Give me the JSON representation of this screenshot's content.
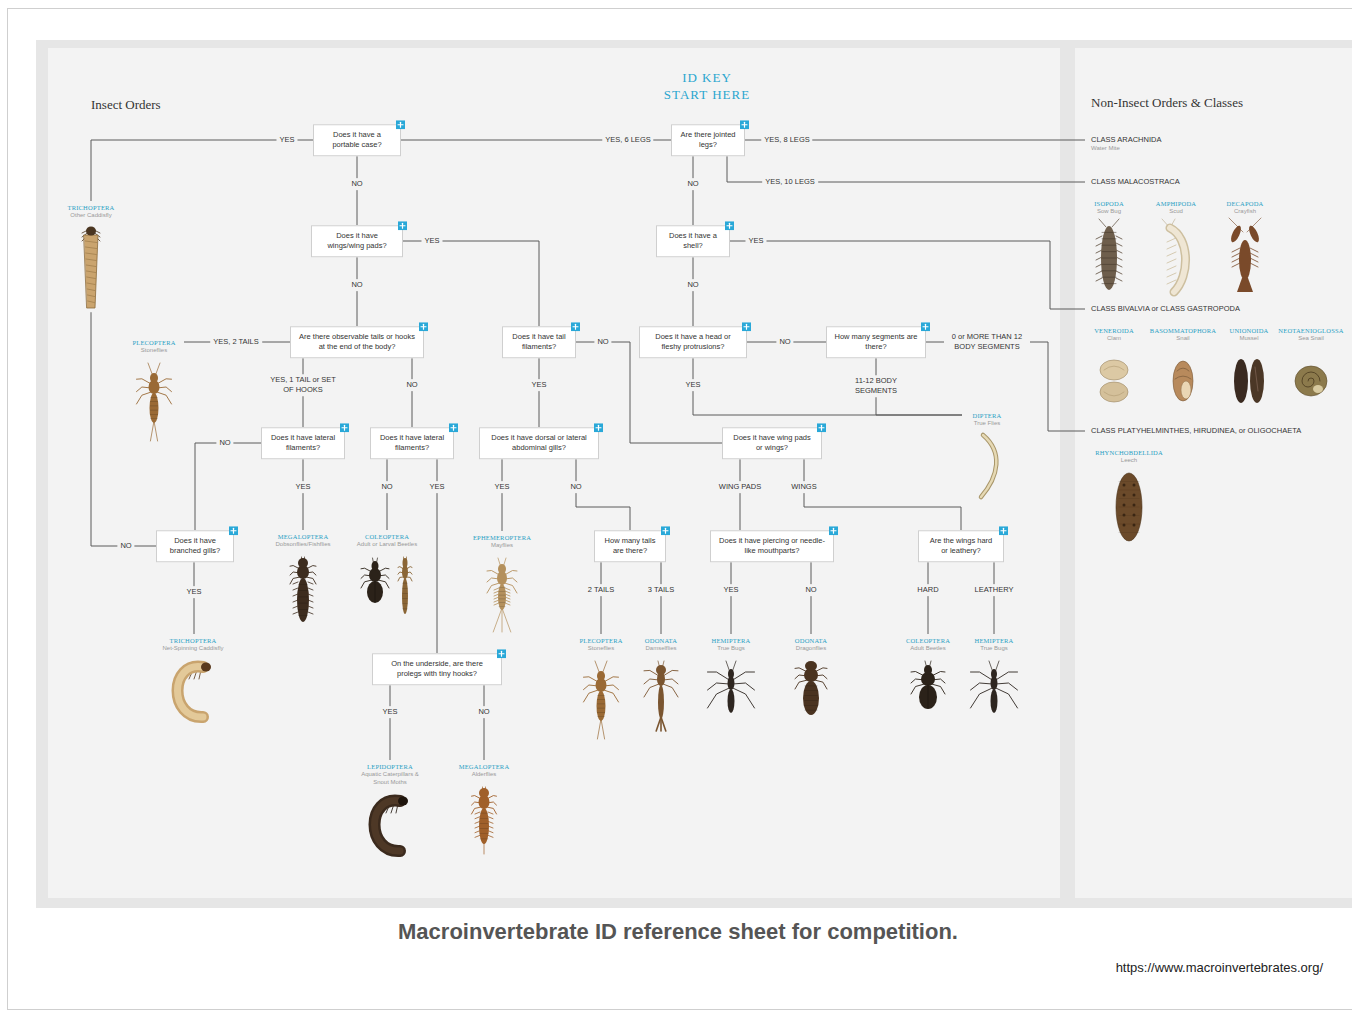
{
  "diagram": {
    "caption": "Macroinvertebrate ID reference sheet for competition.",
    "nodes": [
      {
        "text": [
          "Are there jointed legs?"
        ]
      },
      {
        "text": [
          "Does it have a portable case?"
        ]
      },
      {
        "text": [
          "CLASS ARACHNIDA",
          "Water Mite"
        ]
      },
      {
        "text": [
          "CLASS MALACOSTRACA"
        ]
      },
      {
        "text": [
          "ISOPODA",
          "Sow Bug"
        ]
      },
      {
        "text": [
          "AMPHIPODA",
          "Scud"
        ]
      },
      {
        "text": [
          "DECAPODA",
          "Crayfish"
        ]
      },
      {
        "text": [
          "TRICHOPTERA",
          "Other Caddisfly"
        ]
      },
      {
        "text": [
          "Does it have wings/wing pads?"
        ]
      },
      {
        "text": [
          "Does it have a shell?"
        ]
      },
      {
        "text": [
          "CLASS BIVALVIA or CLASS GASTROPODA"
        ]
      },
      {
        "text": [
          "VENEROIDA",
          "Clam"
        ]
      },
      {
        "text": [
          "BASOMMATOPHORA",
          "Snail"
        ]
      },
      {
        "text": [
          "UNIONOIDA",
          "Mussel"
        ]
      },
      {
        "text": [
          "NEOTAENIOGLOSSA",
          "Sea Snail"
        ]
      },
      {
        "text": [
          "PLECOPTERA",
          "Stoneflies"
        ]
      },
      {
        "text": [
          "Are there observable tails or hooks at the end of the body?"
        ]
      },
      {
        "text": [
          "Does it have tail filaments?"
        ]
      },
      {
        "text": [
          "Does it have a head or fleshy protrusions?"
        ]
      },
      {
        "text": [
          "How many segments are there?"
        ]
      },
      {
        "text": [
          "DIPTERA",
          "True Flies"
        ]
      },
      {
        "text": [
          "CLASS PLATYHELMINTHES, HIRUDINEA, or OLIGOCHAETA"
        ]
      },
      {
        "text": [
          "RHYNCHOBDELLIDA",
          "Leech"
        ]
      },
      {
        "text": [
          "Does it have lateral filaments?"
        ]
      },
      {
        "text": [
          "Does it have lateral filaments?"
        ]
      },
      {
        "text": [
          "Does it have dorsal or lateral abdominal gills?"
        ]
      },
      {
        "text": [
          "Does it have wing pads or wings?"
        ]
      },
      {
        "text": [
          "MEGALOPTERA",
          "Dobsonflies/Fishflies"
        ]
      },
      {
        "text": [
          "COLEOPTERA",
          "Adult or Larval Beetles"
        ]
      },
      {
        "text": [
          "EPHEMEROPTERA",
          "Mayflies"
        ]
      },
      {
        "text": [
          "Does it have branched gills?"
        ]
      },
      {
        "text": [
          "How many tails are there?"
        ]
      },
      {
        "text": [
          "Does it have piercing or needle-like mouthparts?"
        ]
      },
      {
        "text": [
          "Are the wings hard or leathery?"
        ]
      },
      {
        "text": [
          "TRICHOPTERA",
          "Net-Spinning Caddisfly"
        ]
      },
      {
        "text": [
          "PLECOPTERA",
          "Stoneflies"
        ]
      },
      {
        "text": [
          "ODONATA",
          "Damselflies"
        ]
      },
      {
        "text": [
          "HEMIPTERA",
          "True Bugs"
        ]
      },
      {
        "text": [
          "ODONATA",
          "Dragonflies"
        ]
      },
      {
        "text": [
          "COLEOPTERA",
          "Adult Beetles"
        ]
      },
      {
        "text": [
          "HEMIPTERA",
          "True Bugs"
        ]
      },
      {
        "text": [
          "On the underside, are there prolegs with tiny hooks?"
        ]
      },
      {
        "text": [
          "LEPIDOPTERA",
          "Aquatic Caterpillars & Snout Moths"
        ]
      },
      {
        "text": [
          "MEGALOPTERA",
          "Alderflies"
        ]
      }
    ],
    "edges": [
      {
        "from": 0,
        "to": 1,
        "label": "YES, 6 LEGS",
        "arrow": "none"
      },
      {
        "from": 0,
        "to": 2,
        "label": "YES, 8 LEGS",
        "arrow": "none"
      },
      {
        "from": 0,
        "to": 3,
        "label": "YES, 10 LEGS",
        "arrow": "none"
      },
      {
        "from": 0,
        "to": 9,
        "label": "NO",
        "arrow": "none"
      },
      {
        "from": 1,
        "to": 7,
        "label": "YES",
        "arrow": "none"
      },
      {
        "from": 1,
        "to": 8,
        "label": "NO",
        "arrow": "none"
      },
      {
        "from": 8,
        "to": 17,
        "label": "YES",
        "arrow": "none"
      },
      {
        "from": 8,
        "to": 16,
        "label": "NO",
        "arrow": "none"
      },
      {
        "from": 9,
        "to": 10,
        "label": "YES",
        "arrow": "none"
      },
      {
        "from": 9,
        "to": 18,
        "label": "NO",
        "arrow": "none"
      },
      {
        "from": 16,
        "to": 15,
        "label": "YES, 2 TAILS",
        "arrow": "none"
      },
      {
        "from": 16,
        "to": 23,
        "label": "YES, 1 TAIL or SET OF HOOKS",
        "arrow": "none"
      },
      {
        "from": 16,
        "to": 24,
        "label": "NO",
        "arrow": "none"
      },
      {
        "from": 17,
        "to": 25,
        "label": "YES",
        "arrow": "none"
      },
      {
        "from": 17,
        "to": 26,
        "label": "NO",
        "arrow": "none"
      },
      {
        "from": 18,
        "to": 19,
        "label": "NO",
        "arrow": "none"
      },
      {
        "from": 18,
        "to": 20,
        "label": "YES",
        "arrow": "none"
      },
      {
        "from": 19,
        "to": 20,
        "label": "11-12 BODY SEGMENTS",
        "arrow": "none"
      },
      {
        "from": 19,
        "to": 21,
        "label": "0 or MORE THAN 12 BODY SEGMENTS",
        "arrow": "none"
      },
      {
        "from": 23,
        "to": 30,
        "label": "NO",
        "arrow": "none"
      },
      {
        "from": 23,
        "to": 27,
        "label": "YES",
        "arrow": "none"
      },
      {
        "from": 24,
        "to": 28,
        "label": "NO",
        "arrow": "none"
      },
      {
        "from": 24,
        "to": 41,
        "label": "YES",
        "arrow": "none"
      },
      {
        "from": 25,
        "to": 29,
        "label": "YES",
        "arrow": "none"
      },
      {
        "from": 25,
        "to": 31,
        "label": "NO",
        "arrow": "none"
      },
      {
        "from": 26,
        "to": 32,
        "label": "WING PADS",
        "arrow": "none"
      },
      {
        "from": 26,
        "to": 33,
        "label": "WINGS",
        "arrow": "none"
      },
      {
        "from": 30,
        "to": 34,
        "label": "YES",
        "arrow": "none"
      },
      {
        "from": 30,
        "to": 7,
        "label": "NO",
        "arrow": "none"
      },
      {
        "from": 31,
        "to": 35,
        "label": "2 TAILS",
        "arrow": "none"
      },
      {
        "from": 31,
        "to": 36,
        "label": "3 TAILS",
        "arrow": "none"
      },
      {
        "from": 32,
        "to": 37,
        "label": "YES",
        "arrow": "none"
      },
      {
        "from": 32,
        "to": 38,
        "label": "NO",
        "arrow": "none"
      },
      {
        "from": 33,
        "to": 39,
        "label": "HARD",
        "arrow": "none"
      },
      {
        "from": 33,
        "to": 40,
        "label": "LEATHERY",
        "arrow": "none"
      },
      {
        "from": 41,
        "to": 42,
        "label": "YES",
        "arrow": "none"
      },
      {
        "from": 41,
        "to": 43,
        "label": "NO",
        "arrow": "none"
      }
    ],
    "labels": [
      "ID KEY START HERE",
      "Insect Orders",
      "Non-Insect Orders & Classes",
      "https://www.macroinvertebrates.org/"
    ]
  }
}
